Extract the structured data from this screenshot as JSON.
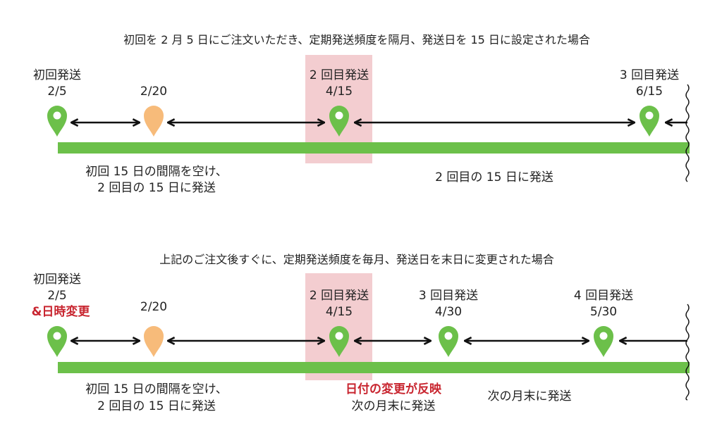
{
  "colors": {
    "bar": "#6cc04a",
    "pin_ship": "#6cc04a",
    "pin_pending": "#f7bb7a",
    "highlight": "#f3cdd0",
    "arrow": "#111111",
    "emphasis": "#c8252f"
  },
  "scenario1": {
    "title": "初回を 2 月 5 日にご注文いただき、定期発送頻度を隔月、発送日を 15 日に設定された場合",
    "markers": [
      {
        "label": "初回発送",
        "date": "2/5",
        "icon": "map-pin-icon",
        "color": "#6cc04a"
      },
      {
        "label": "",
        "date": "2/20",
        "icon": "map-pin-icon",
        "color": "#f7bb7a"
      },
      {
        "label": "2 回目発送",
        "date": "4/15",
        "icon": "map-pin-icon",
        "color": "#6cc04a"
      },
      {
        "label": "3 回目発送",
        "date": "6/15",
        "icon": "map-pin-icon",
        "color": "#6cc04a"
      }
    ],
    "notes": {
      "gap_line1": "初回 15 日の間隔を空け、",
      "gap_line2": "2 回目の 15 日に発送",
      "next": "2 回目の 15 日に発送"
    }
  },
  "scenario2": {
    "title": "上記のご注文後すぐに、定期発送頻度を毎月、発送日を末日に変更された場合",
    "markers": [
      {
        "label": "初回発送",
        "date": "2/5",
        "note": "&日時変更",
        "icon": "map-pin-icon",
        "color": "#6cc04a"
      },
      {
        "label": "",
        "date": "2/20",
        "icon": "map-pin-icon",
        "color": "#f7bb7a"
      },
      {
        "label": "2 回目発送",
        "date": "4/15",
        "icon": "map-pin-icon",
        "color": "#6cc04a"
      },
      {
        "label": "3 回目発送",
        "date": "4/30",
        "icon": "map-pin-icon",
        "color": "#6cc04a"
      },
      {
        "label": "4 回目発送",
        "date": "5/30",
        "icon": "map-pin-icon",
        "color": "#6cc04a"
      }
    ],
    "notes": {
      "gap_line1": "初回 15 日の間隔を空け、",
      "gap_line2": "2 回目の 15 日に発送",
      "reflect": "日付の変更が反映",
      "reflect_sub": "次の月末に発送",
      "next": "次の月末に発送"
    }
  }
}
